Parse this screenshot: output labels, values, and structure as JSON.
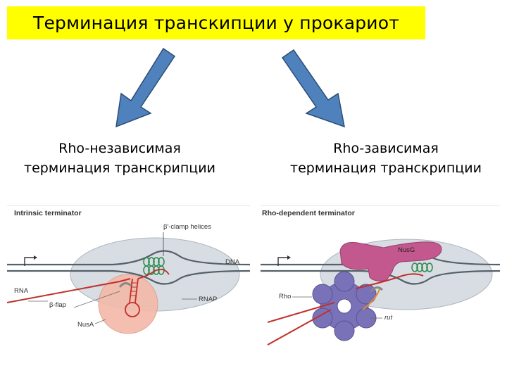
{
  "title": "Терминация транскипции у прокариот",
  "left": {
    "caption_line1": "Rho-независимая",
    "caption_line2": "терминация транскрипции",
    "panel_title": "Intrinsic terminator",
    "labels": {
      "beta_clamp": "β′-clamp helices",
      "dna": "DNA",
      "rna": "RNA",
      "beta_flap": "β-flap",
      "rnap": "RNAP",
      "nusa": "NusA"
    }
  },
  "right": {
    "caption_line1": "Rho-зависимая",
    "caption_line2": "терминация транскрипции",
    "panel_title": "Rho-dependent terminator",
    "labels": {
      "nusg": "NusG",
      "rho": "Rho",
      "rut": "rut"
    }
  },
  "colors": {
    "title_bg": "#ffff00",
    "arrow_fill": "#4f81bd",
    "arrow_stroke": "#2c4d76",
    "rnap": "#d7dde2",
    "rna": "#c0302a",
    "nusa": "#f3b9a8",
    "nusg": "#c2588e",
    "rho": "#7a72b8",
    "helix": "#2e8a4f"
  }
}
